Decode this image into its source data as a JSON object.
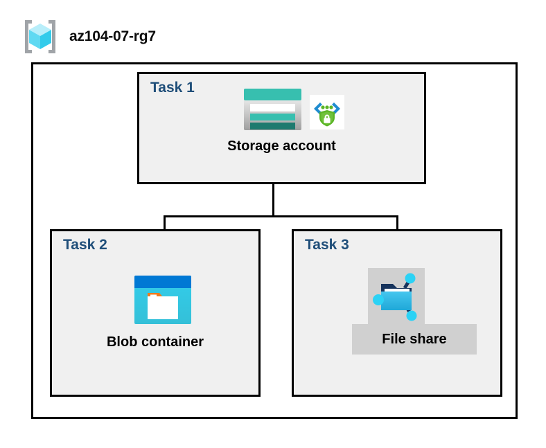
{
  "resource_group": {
    "name": "az104-07-rg7",
    "icon": "resource-group-cube-icon"
  },
  "tasks": [
    {
      "id": "task-1",
      "label": "Task 1",
      "node_label": "Storage account",
      "icons": [
        "storage-account-icon",
        "access-keys-shield-icon"
      ],
      "highlighted": false
    },
    {
      "id": "task-2",
      "label": "Task 2",
      "node_label": "Blob container",
      "icons": [
        "blob-container-icon"
      ],
      "highlighted": false
    },
    {
      "id": "task-3",
      "label": "Task 3",
      "node_label": "File share",
      "icons": [
        "file-share-icon"
      ],
      "highlighted": true
    }
  ],
  "colors": {
    "task_label": "#1F4E79",
    "node_label": "#000000",
    "task_box_fill": "#F0F0F0",
    "boundary_stroke": "#000000",
    "highlight_fill": "#D0D0D0",
    "storage_teal": "#37BFAF",
    "storage_dark_teal": "#1E7A6F",
    "blob_blue": "#0078D4",
    "blob_cyan": "#32CDEB",
    "blob_orange": "#F07B1D",
    "shield_green": "#5BB526",
    "chevron_blue": "#1F8CD0",
    "fileshare_blue": "#32BEE8",
    "cube_cyan": "#9EE9F7",
    "bracket_gray": "#A0A4A8"
  },
  "connectors": [
    {
      "name": "storage-to-bus",
      "from": "task-1",
      "to": "bus"
    },
    {
      "name": "bus-to-blob",
      "from": "bus",
      "to": "task-2"
    },
    {
      "name": "bus-to-file-share",
      "from": "bus",
      "to": "task-3"
    }
  ]
}
